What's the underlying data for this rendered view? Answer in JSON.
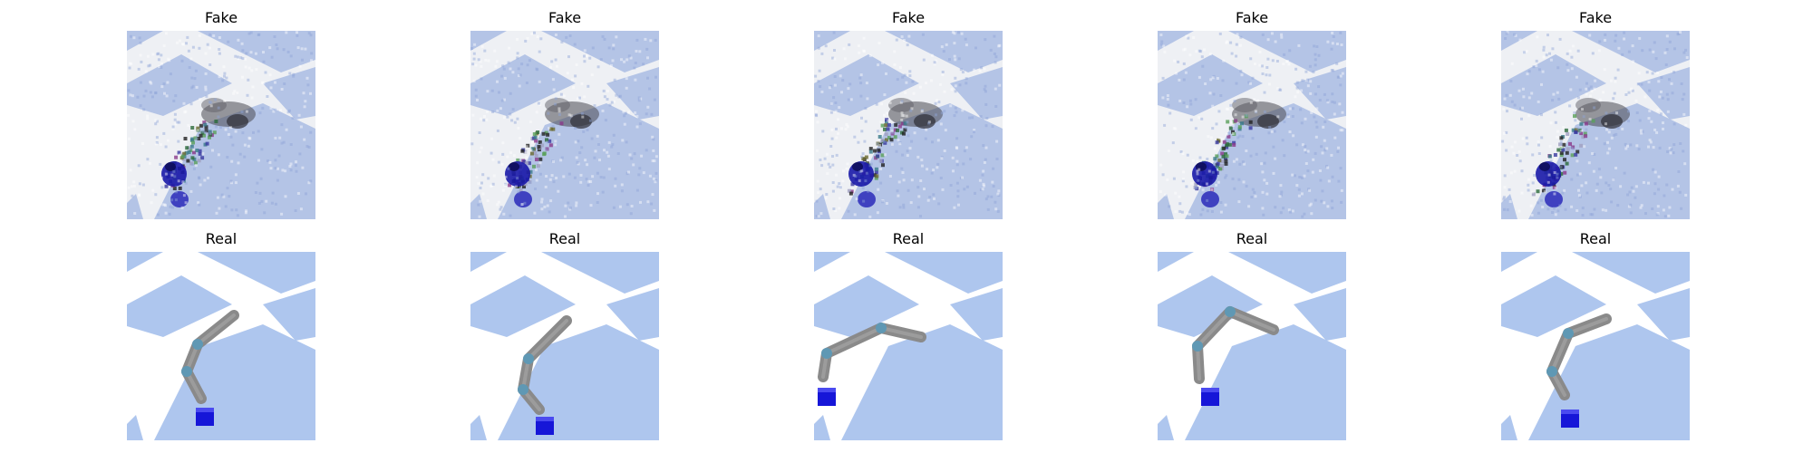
{
  "figure": {
    "rows": [
      {
        "kind": "fake",
        "panels": [
          {
            "title": "Fake",
            "arm_pose": "a"
          },
          {
            "title": "Fake",
            "arm_pose": "a"
          },
          {
            "title": "Fake",
            "arm_pose": "a"
          },
          {
            "title": "Fake",
            "arm_pose": "a"
          },
          {
            "title": "Fake",
            "arm_pose": "a"
          }
        ]
      },
      {
        "kind": "real",
        "panels": [
          {
            "title": "Real",
            "arm_pose": "a"
          },
          {
            "title": "Real",
            "arm_pose": "b"
          },
          {
            "title": "Real",
            "arm_pose": "c"
          },
          {
            "title": "Real",
            "arm_pose": "d"
          },
          {
            "title": "Real",
            "arm_pose": "e"
          }
        ]
      }
    ],
    "colors": {
      "floor_blue_real": "#aec6ee",
      "floor_white_real": "#ffffff",
      "floor_blue_fake": "#b4c4e6",
      "floor_white_fake": "#eef0f4",
      "arm_gray": "#8a8a8a",
      "joint_teal": "#5f98b4",
      "cube_blue": "#1616d8"
    }
  }
}
